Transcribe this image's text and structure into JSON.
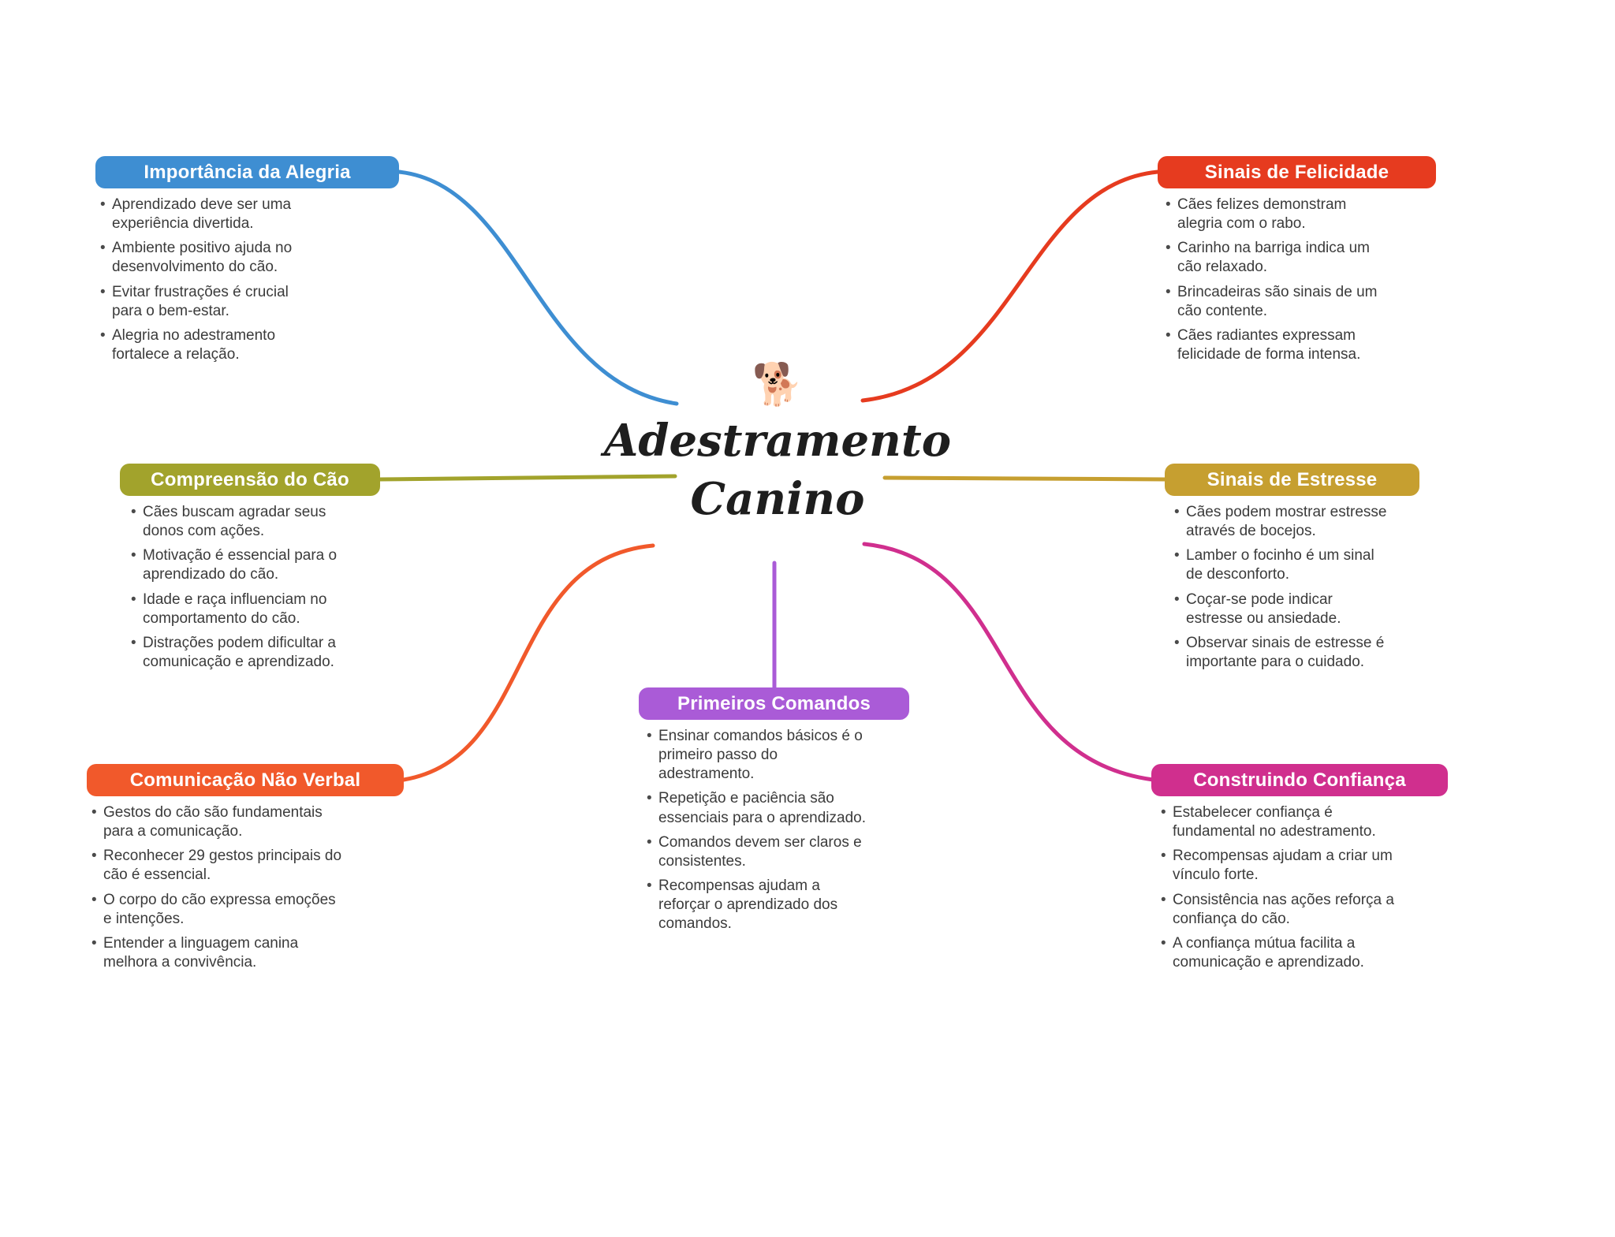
{
  "center": {
    "icon": "🐕",
    "title_line1": "Adestramento",
    "title_line2": "Canino"
  },
  "nodes": [
    {
      "id": "importancia-da-alegria",
      "label": "Importância da Alegria",
      "color": "#3e8ed2",
      "bullets": [
        "Aprendizado deve ser uma experiência divertida.",
        "Ambiente positivo ajuda no desenvolvimento do cão.",
        "Evitar frustrações é crucial para o bem-estar.",
        "Alegria no adestramento fortalece a relação."
      ]
    },
    {
      "id": "sinais-de-felicidade",
      "label": "Sinais de Felicidade",
      "color": "#e63b1f",
      "bullets": [
        "Cães felizes demonstram alegria com o rabo.",
        "Carinho na barriga indica um cão relaxado.",
        "Brincadeiras são sinais de um cão contente.",
        "Cães radiantes expressam felicidade de forma intensa."
      ]
    },
    {
      "id": "compreensao-do-cao",
      "label": "Compreensão do Cão",
      "color": "#a2a32c",
      "bullets": [
        "Cães buscam agradar seus donos com ações.",
        "Motivação é essencial para o aprendizado do cão.",
        "Idade e raça influenciam no comportamento do cão.",
        "Distrações podem dificultar a comunicação e aprendizado."
      ]
    },
    {
      "id": "sinais-de-estresse",
      "label": "Sinais de Estresse",
      "color": "#c69f30",
      "bullets": [
        "Cães podem mostrar estresse através de bocejos.",
        "Lamber o focinho é um sinal de desconforto.",
        "Coçar-se pode indicar estresse ou ansiedade.",
        "Observar sinais de estresse é importante para o cuidado."
      ]
    },
    {
      "id": "comunicacao-nao-verbal",
      "label": "Comunicação Não Verbal",
      "color": "#f1592b",
      "bullets": [
        "Gestos do cão são fundamentais para a comunicação.",
        "Reconhecer 29 gestos principais do cão é essencial.",
        "O corpo do cão expressa emoções e intenções.",
        "Entender a linguagem canina melhora a convivência."
      ]
    },
    {
      "id": "primeiros-comandos",
      "label": "Primeiros Comandos",
      "color": "#aa5bd7",
      "bullets": [
        "Ensinar comandos básicos é o primeiro passo do adestramento.",
        "Repetição e paciência são essenciais para o aprendizado.",
        "Comandos devem ser claros e consistentes.",
        "Recompensas ajudam a reforçar o aprendizado dos comandos."
      ]
    },
    {
      "id": "construindo-confianca",
      "label": "Construindo Confiança",
      "color": "#d02f8e",
      "bullets": [
        "Estabelecer confiança é fundamental no adestramento.",
        "Recompensas ajudam a criar um vínculo forte.",
        "Consistência nas ações reforça a confiança do cão.",
        "A confiança mútua facilita a comunicação e aprendizado."
      ]
    }
  ]
}
